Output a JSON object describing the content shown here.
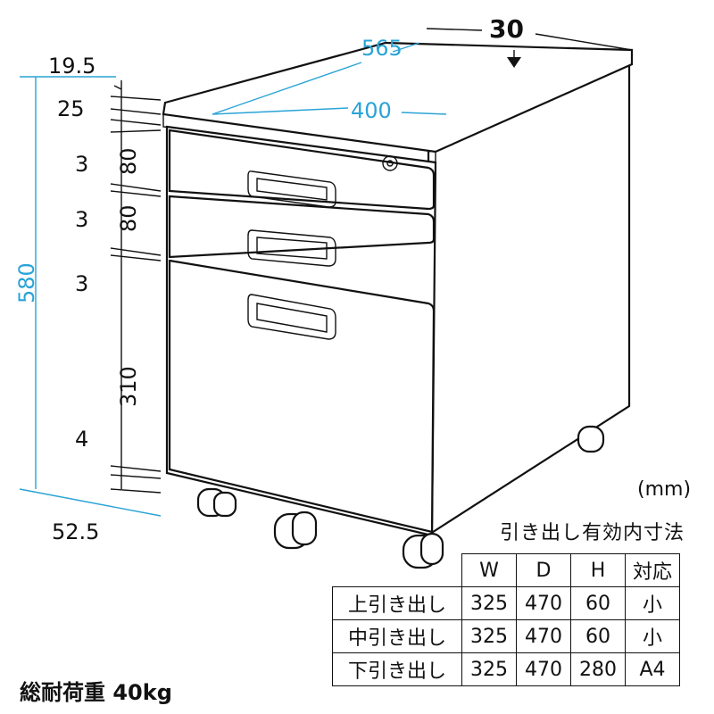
{
  "diagram": {
    "dims": {
      "top_depth": "565",
      "top_width": "400",
      "top_thickness": "30",
      "overall_height": "580",
      "offset_top": "19.5",
      "top_board": "25",
      "gap1": "3",
      "drawer1": "80",
      "gap2": "3",
      "drawer2": "80",
      "gap3": "3",
      "drawer3": "310",
      "gap_bottom": "4",
      "caster": "52.5"
    }
  },
  "table": {
    "unit": "(mm)",
    "title": "引き出し有効内寸法",
    "headers": [
      "W",
      "D",
      "H",
      "対応"
    ],
    "rows": [
      {
        "label": "上引き出し",
        "cells": [
          "325",
          "470",
          "60",
          "小"
        ]
      },
      {
        "label": "中引き出し",
        "cells": [
          "325",
          "470",
          "60",
          "小"
        ]
      },
      {
        "label": "下引き出し",
        "cells": [
          "325",
          "470",
          "280",
          "A4"
        ]
      }
    ]
  },
  "load": "総耐荷重 40kg"
}
